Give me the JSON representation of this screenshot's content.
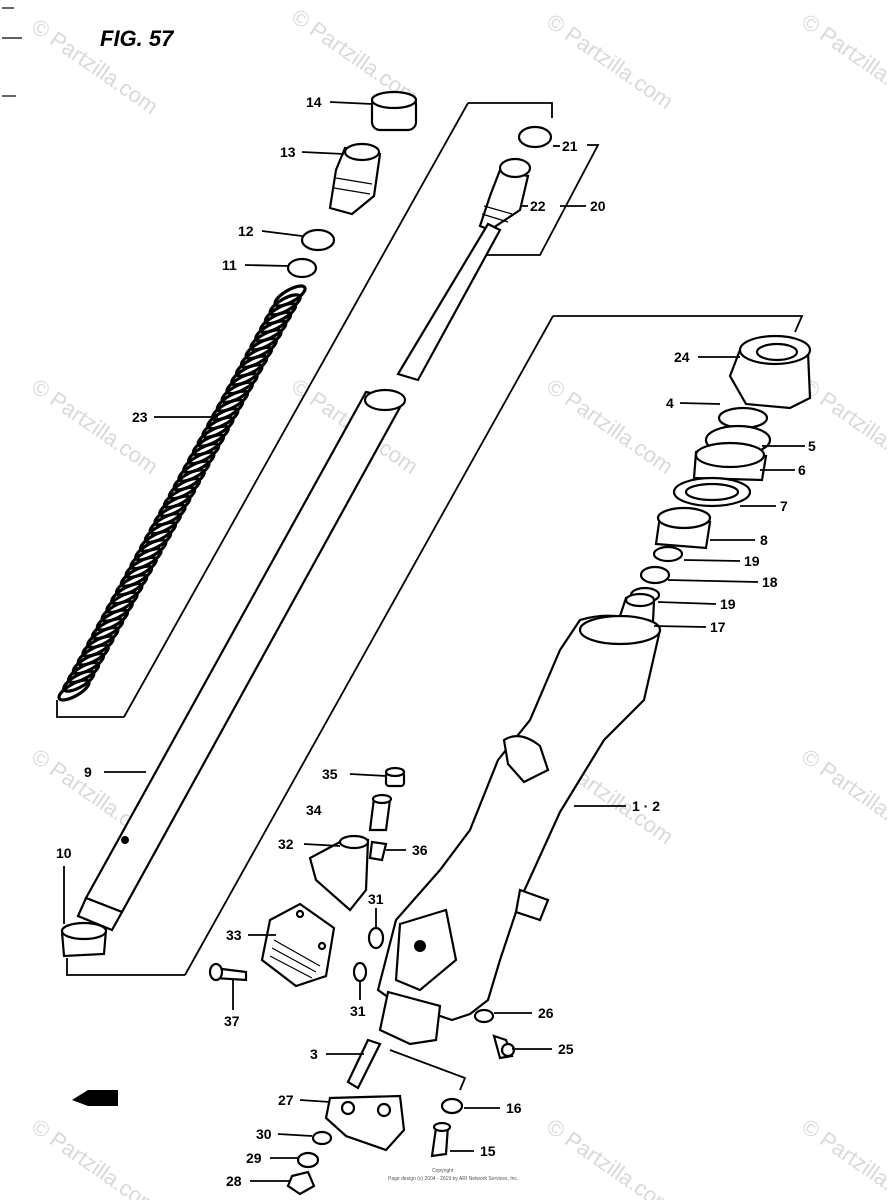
{
  "figure": {
    "title": "FIG. 57"
  },
  "watermarks": {
    "text": "© Partzilla.com"
  },
  "parts": {
    "p14": "14",
    "p13": "13",
    "p12": "12",
    "p11": "11",
    "p23": "23",
    "p21": "21",
    "p22": "22",
    "p20": "20",
    "p24": "24",
    "p4": "4",
    "p5": "5",
    "p6": "6",
    "p7": "7",
    "p8": "8",
    "p19a": "19",
    "p18": "18",
    "p19b": "19",
    "p17": "17",
    "p9": "9",
    "p10": "10",
    "p35": "35",
    "p34": "34",
    "p32": "32",
    "p36": "36",
    "p12b": "1 · 2",
    "p31a": "31",
    "p33": "33",
    "p37": "37",
    "p31b": "31",
    "p26": "26",
    "p3": "3",
    "p25": "25",
    "p27": "27",
    "p16": "16",
    "p30": "30",
    "p29": "29",
    "p15": "15",
    "p28": "28"
  },
  "footer": {
    "line1": "Copyright",
    "line2": "Page design (c) 2004 - 2019 by ARI Network Services, Inc."
  },
  "colors": {
    "ink": "#000000",
    "paper": "#ffffff",
    "watermark": "#d9d9d9"
  }
}
